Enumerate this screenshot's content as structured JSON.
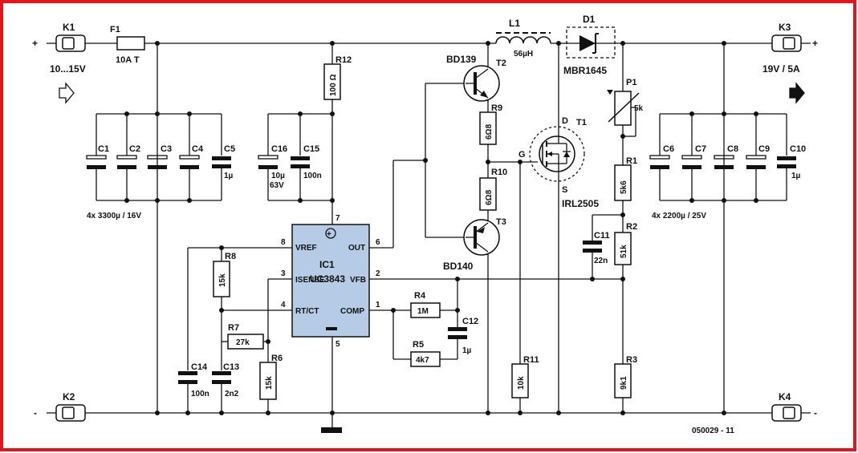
{
  "colors": {
    "border": "#e8121b",
    "ic_fill": "#b6cbe6",
    "wire": "#111111"
  },
  "terminals": {
    "k1": {
      "ref": "K1",
      "note": "10...15V"
    },
    "k2": {
      "ref": "K2"
    },
    "k3": {
      "ref": "K3",
      "note": "19V / 5A"
    },
    "k4": {
      "ref": "K4"
    },
    "plus": "+",
    "minus": "-"
  },
  "fuse": {
    "ref": "F1",
    "value": "10A  T"
  },
  "inductor": {
    "ref": "L1",
    "value": "56µH"
  },
  "diode": {
    "ref": "D1",
    "part": "MBR1645"
  },
  "input_caps": {
    "c1": "C1",
    "c2": "C2",
    "c3": "C3",
    "c4": "C4",
    "c5": "C5",
    "c5_val": "1µ",
    "note": "4x 3300µ / 16V"
  },
  "c16": {
    "ref": "C16",
    "val1": "10µ",
    "val2": "63V"
  },
  "c15": {
    "ref": "C15",
    "val": "100n"
  },
  "r12": {
    "ref": "R12",
    "val": "100 Ω"
  },
  "t2": {
    "ref": "T2",
    "part": "BD139"
  },
  "t3": {
    "ref": "T3",
    "part": "BD140"
  },
  "r9": {
    "ref": "R9",
    "val": "6Ω8"
  },
  "r10": {
    "ref": "R10",
    "val": "6Ω8"
  },
  "t1": {
    "ref": "T1",
    "part": "IRL2505",
    "d": "D",
    "g": "G",
    "s": "S"
  },
  "ic1": {
    "ref": "IC1",
    "part": "UC3843",
    "vref": "VREF",
    "isense": "ISENSE",
    "rtct": "RT/CT",
    "out": "OUT",
    "vfb": "VFB",
    "comp": "COMP",
    "p8": "8",
    "p3": "3",
    "p4": "4",
    "p6": "6",
    "p2": "2",
    "p1": "1",
    "p7": "7",
    "p5": "5",
    "vplus": "+"
  },
  "r8": {
    "ref": "R8",
    "val": "15k"
  },
  "r7": {
    "ref": "R7",
    "val": "27k"
  },
  "r6": {
    "ref": "R6",
    "val": "15k"
  },
  "c14": {
    "ref": "C14",
    "val": "100n"
  },
  "c13": {
    "ref": "C13",
    "val": "2n2"
  },
  "r4": {
    "ref": "R4",
    "val": "1M"
  },
  "r5": {
    "ref": "R5",
    "val": "4k7"
  },
  "c12": {
    "ref": "C12",
    "val": "1µ"
  },
  "r11": {
    "ref": "R11",
    "val": "10k"
  },
  "p1": {
    "ref": "P1",
    "val": "5k"
  },
  "r1": {
    "ref": "R1",
    "val": "5k6"
  },
  "r2": {
    "ref": "R2",
    "val": "51k"
  },
  "c11": {
    "ref": "C11",
    "val": "22n"
  },
  "r3": {
    "ref": "R3",
    "val": "9k1"
  },
  "output_caps": {
    "c6": "C6",
    "c7": "C7",
    "c8": "C8",
    "c9": "C9",
    "c10": "C10",
    "c10_val": "1µ",
    "note": "4x 2200µ / 25V"
  },
  "diagram_id": "050029 - 11"
}
